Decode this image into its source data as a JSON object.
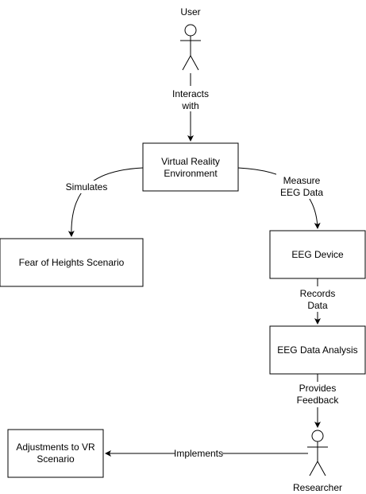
{
  "actors": {
    "user": "User",
    "researcher": "Researcher"
  },
  "nodes": {
    "vr_env": [
      "Virtual Reality",
      "Environment"
    ],
    "fear": [
      "Fear of Heights Scenario"
    ],
    "eeg_device": [
      "EEG Device"
    ],
    "eeg_analysis": [
      "EEG Data Analysis"
    ],
    "adjustments": [
      "Adjustments to VR",
      "Scenario"
    ]
  },
  "edges": {
    "interacts": [
      "Interacts",
      "with"
    ],
    "simulates": [
      "Simulates"
    ],
    "measure": [
      "Measure",
      "EEG Data"
    ],
    "records": [
      "Records",
      "Data"
    ],
    "feedback": [
      "Provides",
      "Feedback"
    ],
    "implements": [
      "Implements"
    ]
  },
  "colors": {
    "stroke": "#000000",
    "background": "#ffffff"
  }
}
